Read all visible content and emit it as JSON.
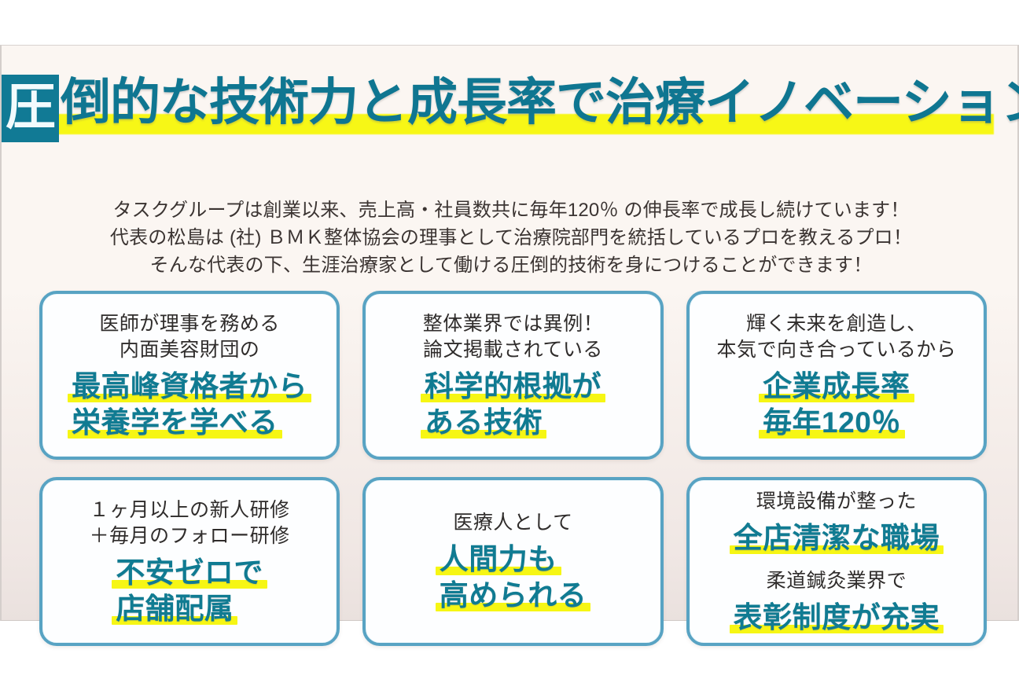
{
  "headline": {
    "boxed_char": "圧",
    "rest": "倒的な技術力と成長率で治療イノベーション",
    "full": "圧倒的な技術力と成長率で治療イノベーション",
    "text_color": "#0f7691",
    "box_color": "#117a95",
    "highlight_color": "#f7f716"
  },
  "intro": {
    "line1": "タスクグループは創業以来、売上高・社員数共に毎年120％ の伸長率で成長し続けています！",
    "line2": "代表の松島は (社) ＢＭＫ整体協会の理事として治療院部門を統括しているプロを教えるプロ！",
    "line3": "そんな代表の下、生涯治療家として働ける圧倒的技術を身につけることができます！",
    "text_color": "#3b3432"
  },
  "cards": [
    {
      "id": "card-nutrition",
      "groups": [
        {
          "sub": [
            "医師が理事を務める",
            "内面美容財団の"
          ],
          "big": [
            "最高峰資格者から",
            "栄養学を学べる"
          ]
        }
      ]
    },
    {
      "id": "card-scientific-evidence",
      "groups": [
        {
          "sub": [
            "整体業界では異例！",
            "論文掲載されている"
          ],
          "big": [
            "科学的根拠が",
            "ある技術"
          ]
        }
      ]
    },
    {
      "id": "card-growth-rate",
      "groups": [
        {
          "sub": [
            "輝く未来を創造し、",
            "本気で向き合っているから"
          ],
          "big": [
            "企業成長率",
            "毎年120％"
          ]
        }
      ]
    },
    {
      "id": "card-training",
      "groups": [
        {
          "sub": [
            "１ヶ月以上の新人研修",
            "＋毎月のフォロー研修"
          ],
          "big": [
            "不安ゼロで",
            "店舗配属"
          ]
        }
      ]
    },
    {
      "id": "card-human-skills",
      "groups": [
        {
          "sub": [
            "医療人として"
          ],
          "big": [
            "人間力も",
            "高められる"
          ]
        }
      ]
    },
    {
      "id": "card-workplace",
      "groups": [
        {
          "sub": [
            "環境設備が整った"
          ],
          "big": [
            "全店清潔な職場"
          ]
        },
        {
          "sub": [
            "柔道鍼灸業界で"
          ],
          "big": [
            "表彰制度が充実"
          ]
        }
      ]
    }
  ],
  "theme": {
    "card_border": "#58a3c3",
    "card_background": "#fdfeff",
    "big_text_color": "#107b92",
    "sub_text_color": "#2f2c2b",
    "marker_yellow": "#f6f614",
    "panel_background": "#fbf6f2"
  }
}
